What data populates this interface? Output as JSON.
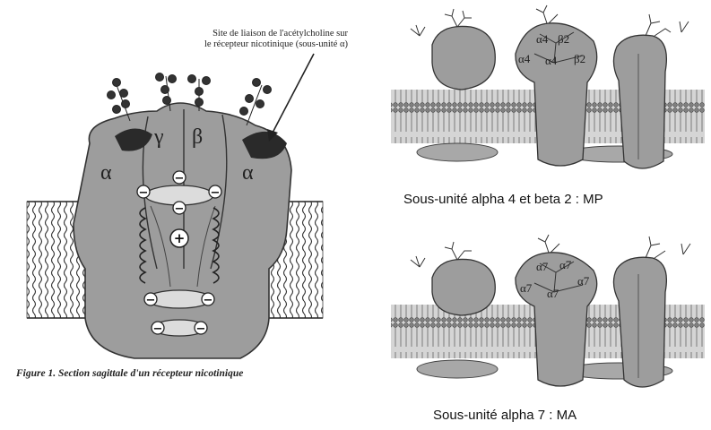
{
  "annotation": {
    "line1": "Site de liaison de l'acétylcholine sur",
    "line2": "le récepteur nicotinique (sous-unité α)"
  },
  "figure_caption": "Figure 1. Section sagittale d'un récepteur nicotinique",
  "left_diagram": {
    "subunits": [
      "α",
      "γ",
      "β",
      "α"
    ],
    "charges": {
      "negative": "−",
      "positive": "+"
    }
  },
  "top_right": {
    "subunit_labels": [
      "α4",
      "β2",
      "α4",
      "α4",
      "β2"
    ],
    "caption": "Sous-unité  alpha 4 et beta 2 : MP"
  },
  "bottom_right": {
    "subunit_labels": [
      "α7",
      "α7",
      "α7",
      "α7",
      "α7"
    ],
    "caption": "Sous-unité alpha 7 : MA"
  },
  "colors": {
    "subunit_fill": "#9d9d9d",
    "subunit_stroke": "#333333",
    "membrane_fill": "#c8c8c8",
    "binding_site": "#2a2a2a",
    "background": "#ffffff"
  }
}
